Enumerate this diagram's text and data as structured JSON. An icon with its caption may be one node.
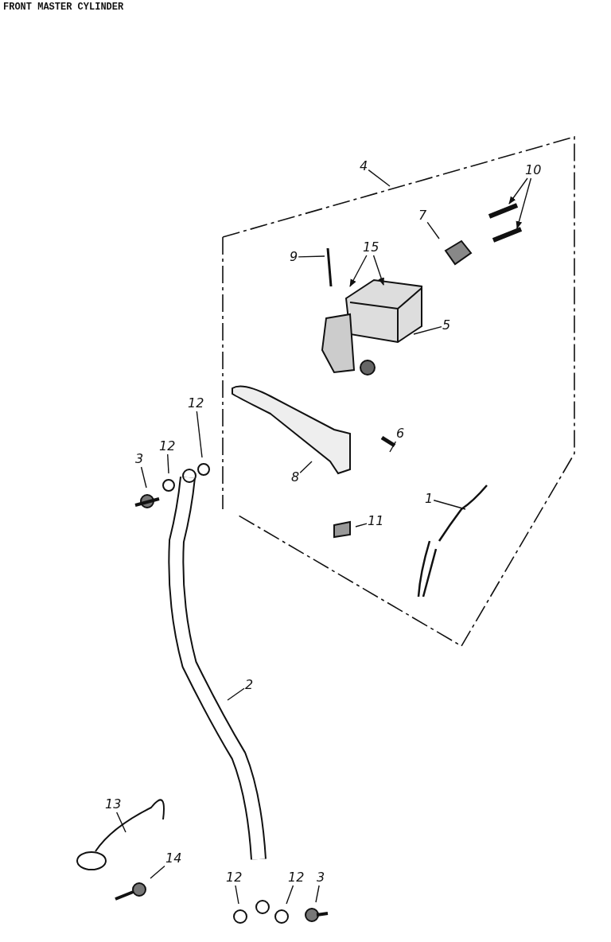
{
  "diagram": {
    "title": "FRONT MASTER CYLINDER",
    "nodes": [
      {
        "text": [
          "4"
        ]
      },
      {
        "text": [
          "10"
        ]
      },
      {
        "text": [
          "7"
        ]
      },
      {
        "text": [
          "9"
        ]
      },
      {
        "text": [
          "15"
        ]
      },
      {
        "text": [
          "5"
        ]
      },
      {
        "text": [
          "12"
        ]
      },
      {
        "text": [
          "6"
        ]
      },
      {
        "text": [
          "3"
        ]
      },
      {
        "text": [
          "12"
        ]
      },
      {
        "text": [
          "8"
        ]
      },
      {
        "text": [
          "1"
        ]
      },
      {
        "text": [
          "11"
        ]
      },
      {
        "text": [
          "2"
        ]
      },
      {
        "text": [
          "13"
        ]
      },
      {
        "text": [
          "14"
        ]
      },
      {
        "text": [
          "12"
        ]
      },
      {
        "text": [
          "12"
        ]
      },
      {
        "text": [
          "3"
        ]
      }
    ],
    "edges": [
      {
        "from": 0,
        "to": null,
        "arrow": "none"
      },
      {
        "from": 1,
        "to": null,
        "arrow": "to"
      },
      {
        "from": 1,
        "to": null,
        "arrow": "to"
      },
      {
        "from": 2,
        "to": null,
        "arrow": "none"
      },
      {
        "from": 3,
        "to": null,
        "arrow": "none"
      },
      {
        "from": 4,
        "to": null,
        "arrow": "to"
      },
      {
        "from": 4,
        "to": null,
        "arrow": "to"
      },
      {
        "from": 5,
        "to": null,
        "arrow": "none"
      },
      {
        "from": 6,
        "to": null,
        "arrow": "none"
      },
      {
        "from": 7,
        "to": null,
        "arrow": "none"
      },
      {
        "from": 8,
        "to": null,
        "arrow": "none"
      },
      {
        "from": 9,
        "to": null,
        "arrow": "none"
      },
      {
        "from": 10,
        "to": null,
        "arrow": "none"
      },
      {
        "from": 11,
        "to": null,
        "arrow": "none"
      },
      {
        "from": 12,
        "to": null,
        "arrow": "none"
      },
      {
        "from": 13,
        "to": null,
        "arrow": "none"
      },
      {
        "from": 14,
        "to": null,
        "arrow": "none"
      },
      {
        "from": 15,
        "to": null,
        "arrow": "none"
      },
      {
        "from": 16,
        "to": null,
        "arrow": "none"
      },
      {
        "from": 17,
        "to": null,
        "arrow": "none"
      },
      {
        "from": 18,
        "to": null,
        "arrow": "none"
      }
    ]
  }
}
